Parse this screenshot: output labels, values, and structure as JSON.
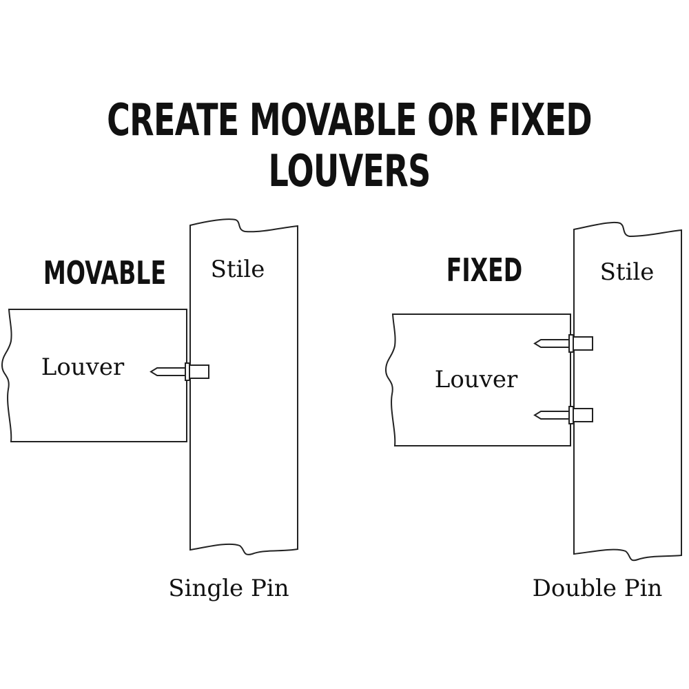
{
  "title": "CREATE MOVABLE OR FIXED LOUVERS",
  "movable": {
    "heading": "MOVABLE",
    "stile_label": "Stile",
    "louver_label": "Louver",
    "caption": "Single Pin"
  },
  "fixed": {
    "heading": "FIXED",
    "stile_label": "Stile",
    "louver_label": "Louver",
    "caption": "Double Pin"
  }
}
